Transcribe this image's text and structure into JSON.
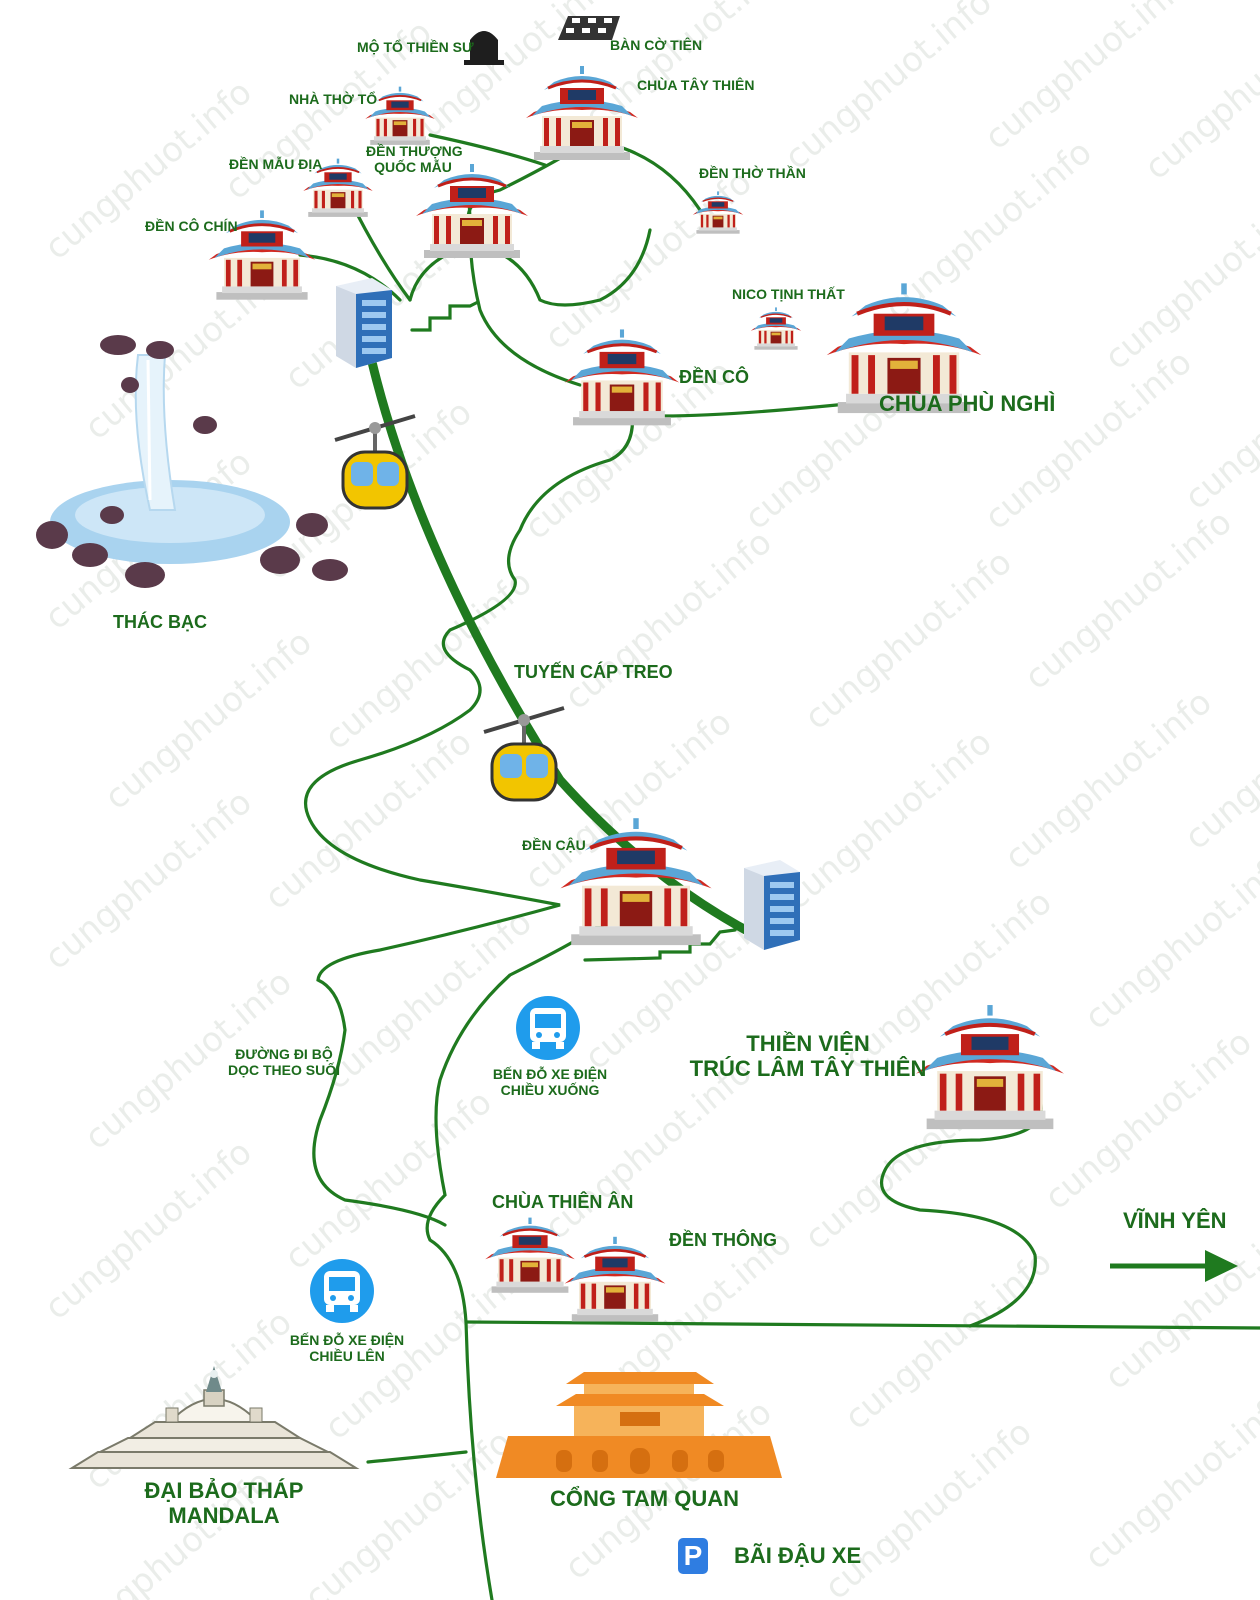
{
  "map": {
    "watermark": "cungphuot.info",
    "colors": {
      "route": "#1f7a1f",
      "label": "#1c6b1c",
      "bus": "#1f9cec",
      "gate": "#f08a24",
      "parking": "#2f7de1"
    },
    "places": {
      "mo_to_thien_su": "MỘ TỔ THIỀN SƯ",
      "ban_co_tien": "BÀN CỜ TIÊN",
      "nha_tho_to": "NHÀ THỜ TỔ",
      "chua_tay_thien": "CHÙA TÂY THIÊN",
      "den_mau_dia": "ĐỀN MẪU ĐỊA",
      "den_thuong_quoc_mau_line1": "ĐỀN THƯỢNG",
      "den_thuong_quoc_mau_line2": "QUỐC MẪU",
      "den_tho_than": "ĐỀN THỜ THẦN",
      "den_co_chin": "ĐỀN CÔ CHÍN",
      "nico_tinh_that": "NICO TỊNH THẤT",
      "den_co": "ĐỀN CÔ",
      "chua_phu_nghi": "CHÙA PHÙ NGHÌ",
      "thac_bac": "THÁC BẠC",
      "tuyen_cap_treo": "TUYẾN CÁP TREO",
      "den_cau": "ĐỀN CẬU",
      "ben_do_xuong_line1": "BẾN ĐỖ XE ĐIỆN",
      "ben_do_xuong_line2": "CHIỀU XUỐNG",
      "duong_di_bo_line1": "ĐƯỜNG ĐI BỘ",
      "duong_di_bo_line2": "DỌC THEO SUỐI",
      "thien_vien_line1": "THIỀN VIỆN",
      "thien_vien_line2": "TRÚC LÂM TÂY THIÊN",
      "chua_thien_an": "CHÙA THIÊN ÂN",
      "den_thong": "ĐỀN THÔNG",
      "vinh_yen": "VĨNH YÊN",
      "ben_do_len_line1": "BẾN ĐỖ XE ĐIỆN",
      "ben_do_len_line2": "CHIỀU LÊN",
      "dai_bao_thap_line1": "ĐẠI BẢO THÁP",
      "dai_bao_thap_line2": "MANDALA",
      "cong_tam_quan": "CỔNG TAM QUAN",
      "bai_dau_xe": "BÃI ĐẬU XE",
      "parking_symbol": "P"
    },
    "icons": {
      "temple": "pagoda-icon",
      "cable_car": "cable-car-icon",
      "station": "station-building-icon",
      "bus": "bus-stop-icon",
      "waterfall": "waterfall-icon",
      "stupa": "stupa-icon",
      "gate": "gate-icon",
      "tomb": "tomb-icon",
      "chessboard": "chessboard-icon",
      "arrow": "arrow-right-icon",
      "parking": "parking-icon"
    }
  }
}
